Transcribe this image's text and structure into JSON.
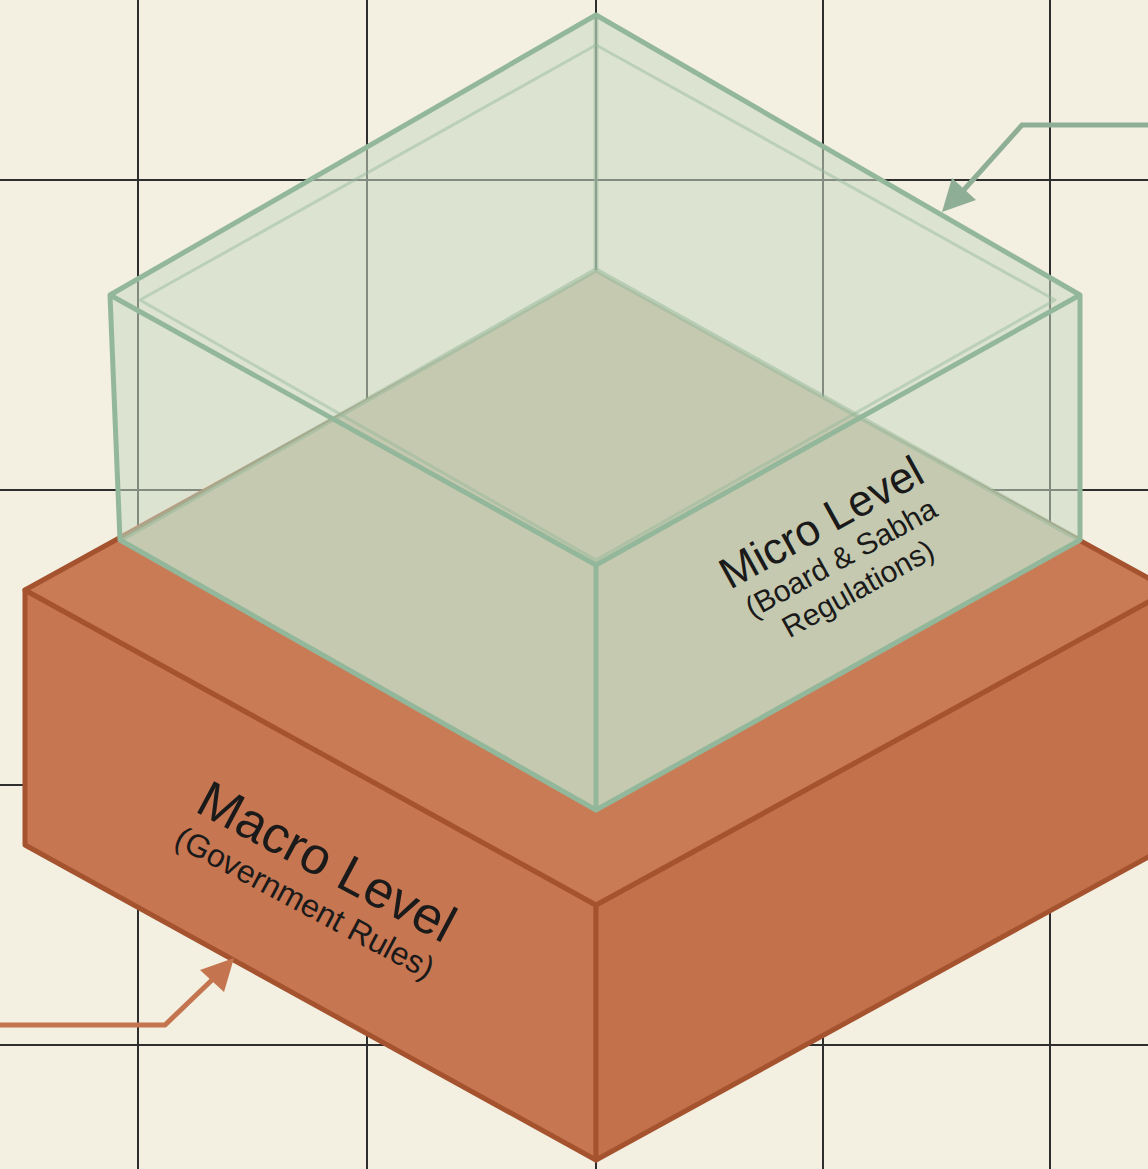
{
  "diagram": {
    "nodes": [
      {
        "text": [
          "Micro Level",
          "(Board & Sabha Regulations)"
        ]
      },
      {
        "text": [
          "Macro Level",
          "(Government Rules)"
        ]
      }
    ]
  }
}
